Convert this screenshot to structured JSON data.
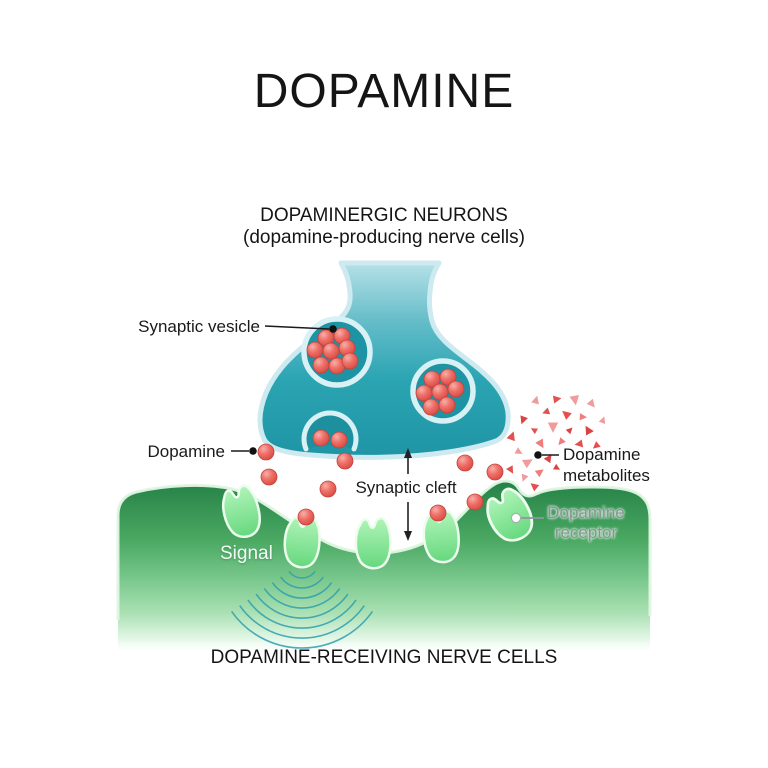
{
  "header": {
    "title": "DOPAMINE",
    "subtitle_line1": "DOPAMINERGIC NEURONS",
    "subtitle_line2": "(dopamine-producing nerve cells)"
  },
  "labels": {
    "synaptic_vesicle": "Synaptic vesicle",
    "dopamine": "Dopamine",
    "synaptic_cleft": "Synaptic cleft",
    "dopamine_metabolites_line1": "Dopamine",
    "dopamine_metabolites_line2": "metabolites",
    "dopamine_receptor_line1": "Dopamine",
    "dopamine_receptor_line2": "receptor",
    "signal": "Signal"
  },
  "footer": {
    "caption": "DOPAMINE-RECEIVING NERVE CELLS"
  },
  "colors": {
    "background": "#ffffff",
    "text": "#151515",
    "axon_terminal_teal": "#2ba4b2",
    "axon_terminal_light": "#b7e1e7",
    "membrane_outline": "#cdeaf0",
    "vesicle_ring": "#d8f1f5",
    "dopamine_red": "#ee6f67",
    "metabolite_pink": "#ef8d8d",
    "postsynaptic_green_dark": "#268348",
    "postsynaptic_green_light": "#abe1b4",
    "receptor_green": "#97ed9f",
    "signal_wave_teal": "#2f9fad",
    "receptor_label_gray": "#8b9195"
  }
}
